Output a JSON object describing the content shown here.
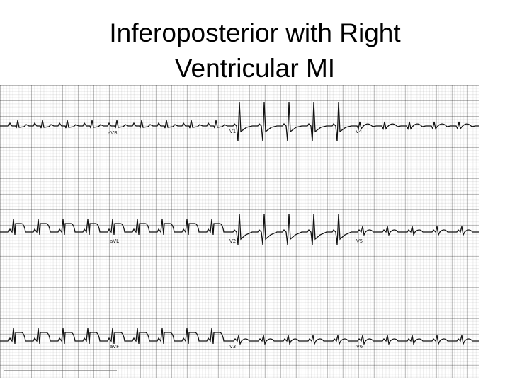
{
  "title": {
    "line1": "Inferoposterior with Right",
    "line2": "Ventricular MI"
  },
  "ecg": {
    "rows": [
      {
        "labels": [
          "aVR",
          "V1",
          "V4"
        ]
      },
      {
        "labels": [
          "aVL",
          "V2",
          "V5"
        ]
      },
      {
        "labels": [
          "aVF",
          "V3",
          "V6"
        ]
      }
    ]
  }
}
